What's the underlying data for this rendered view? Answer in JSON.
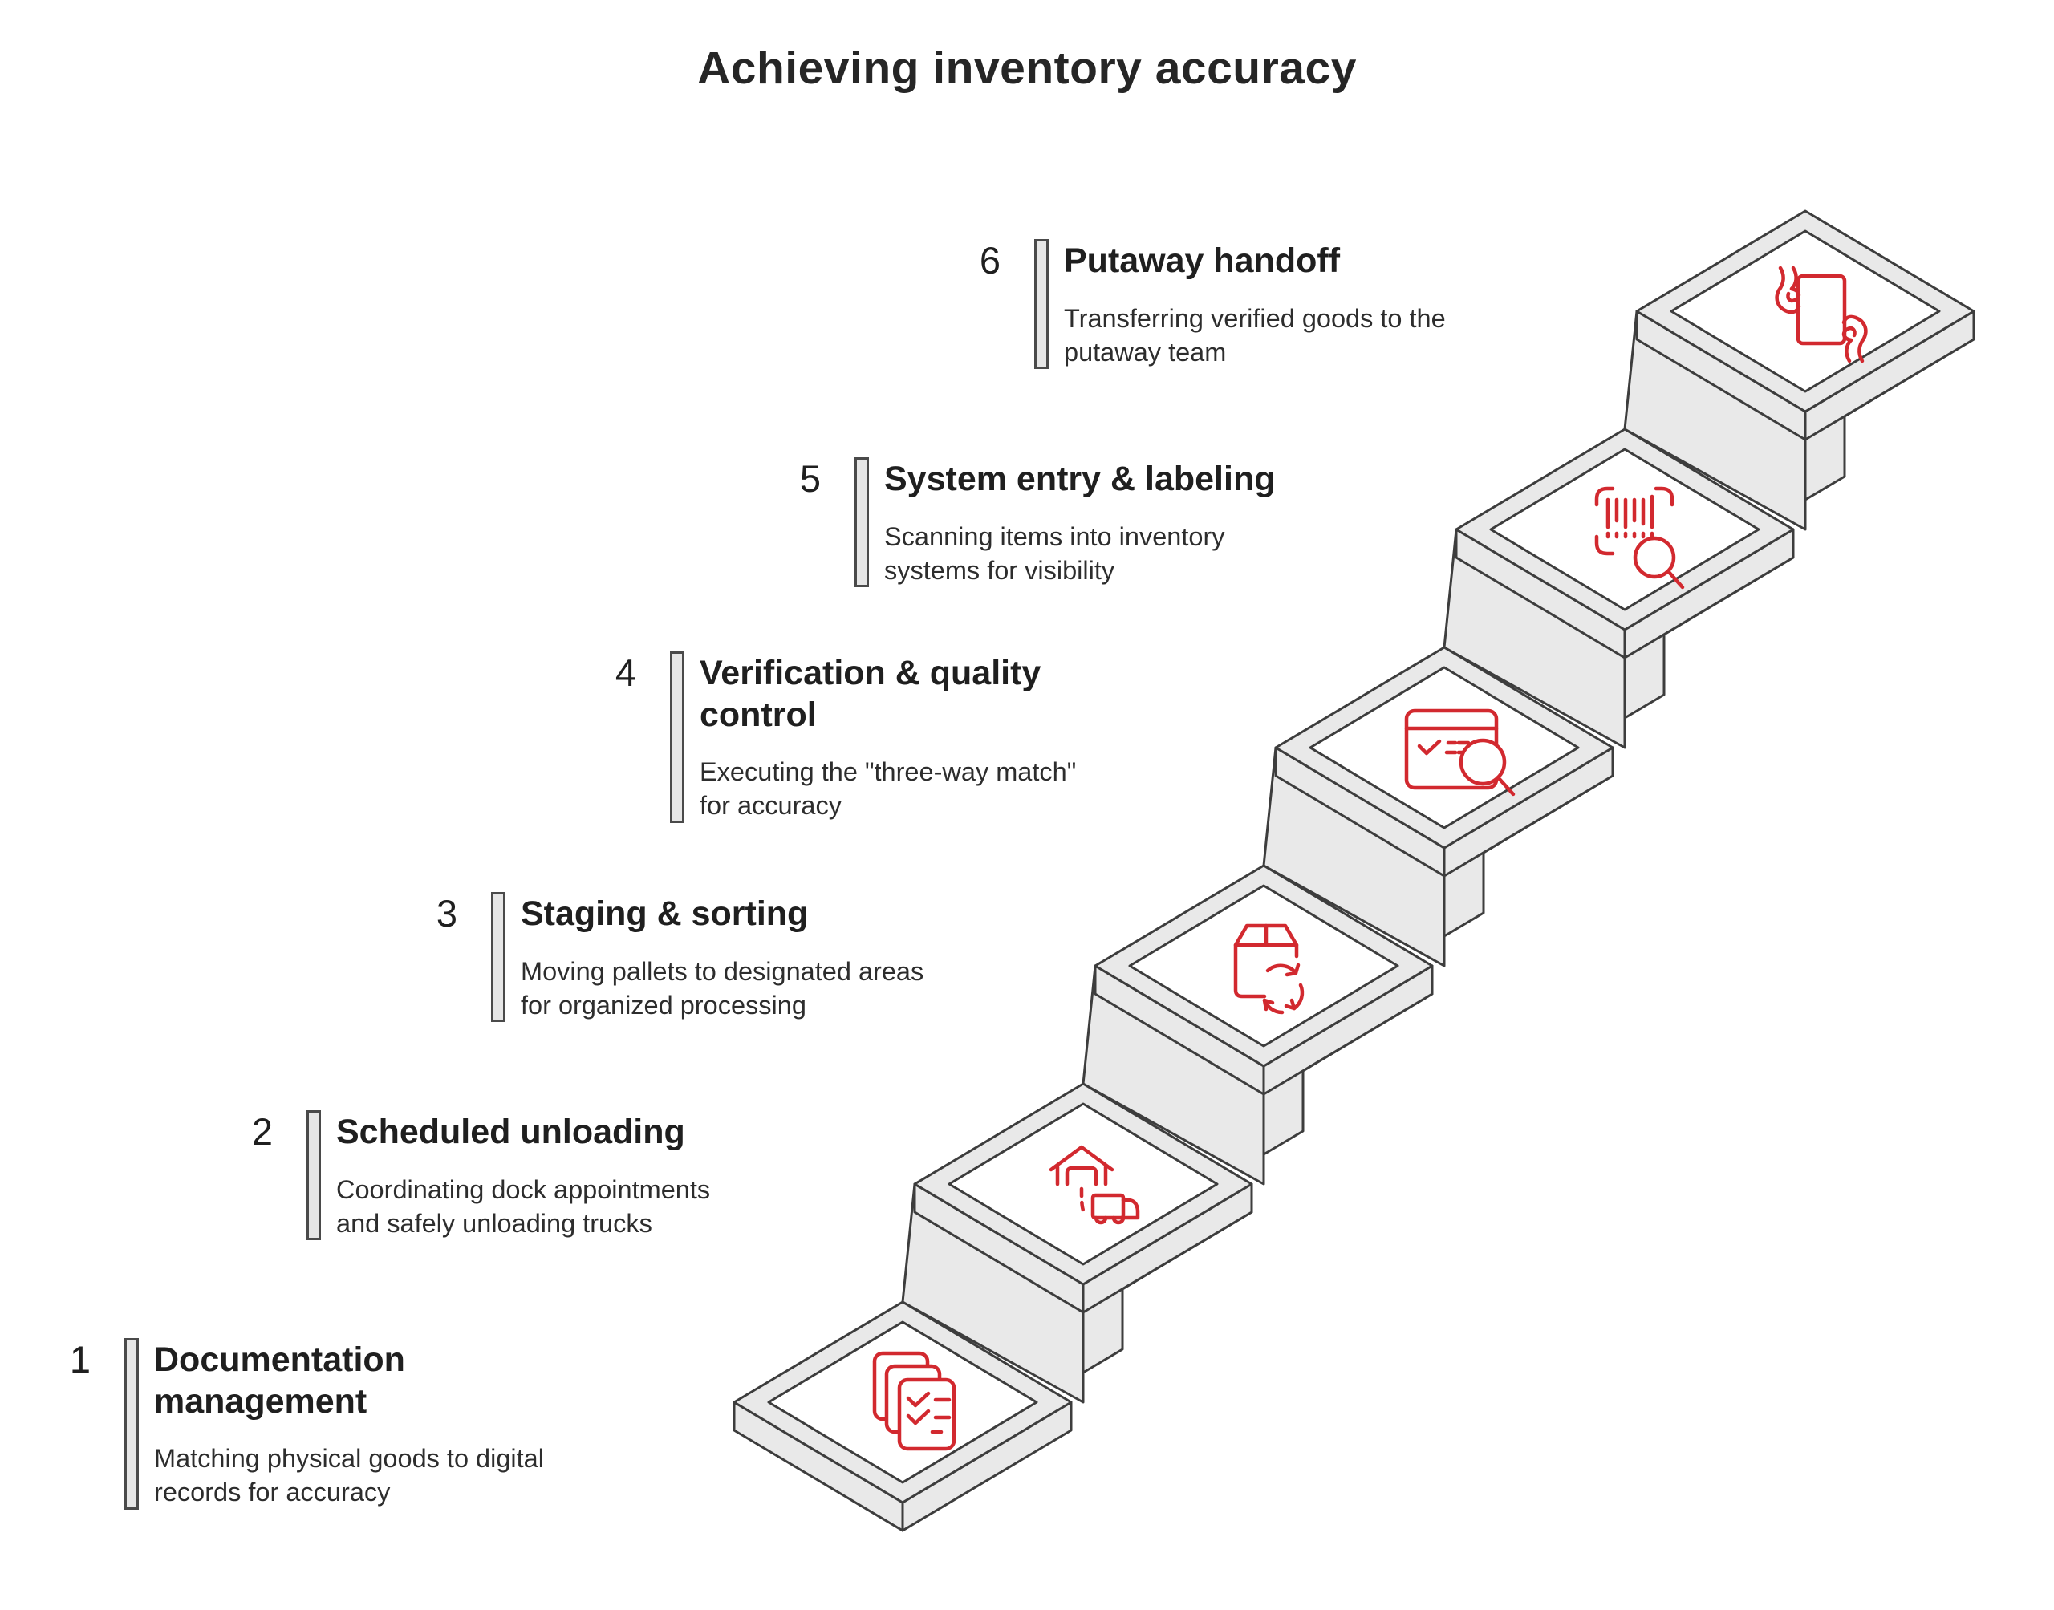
{
  "title": "Achieving inventory accuracy",
  "colors": {
    "accent_red": "#d2292f",
    "platform_gray": "#e9e9e9",
    "outline_gray": "#3d3d3d",
    "text_dark": "#1f1f1f"
  },
  "steps": [
    {
      "number": "1",
      "title": "Documentation management",
      "description": "Matching physical goods to digital records for accuracy",
      "icon": "documents-checklist-icon"
    },
    {
      "number": "2",
      "title": "Scheduled unloading",
      "description": "Coordinating dock appointments and safely unloading trucks",
      "icon": "dock-truck-icon"
    },
    {
      "number": "3",
      "title": "Staging & sorting",
      "description": "Moving pallets to designated areas for organized processing",
      "icon": "package-recycle-icon"
    },
    {
      "number": "4",
      "title": "Verification & quality control",
      "description": "Executing the \"three-way match\" for accuracy",
      "icon": "window-check-magnifier-icon"
    },
    {
      "number": "5",
      "title": "System entry & labeling",
      "description": "Scanning items into inventory systems for visibility",
      "icon": "barcode-scan-icon"
    },
    {
      "number": "6",
      "title": "Putaway handoff",
      "description": "Transferring verified goods to the putaway team",
      "icon": "document-handoff-icon"
    }
  ]
}
